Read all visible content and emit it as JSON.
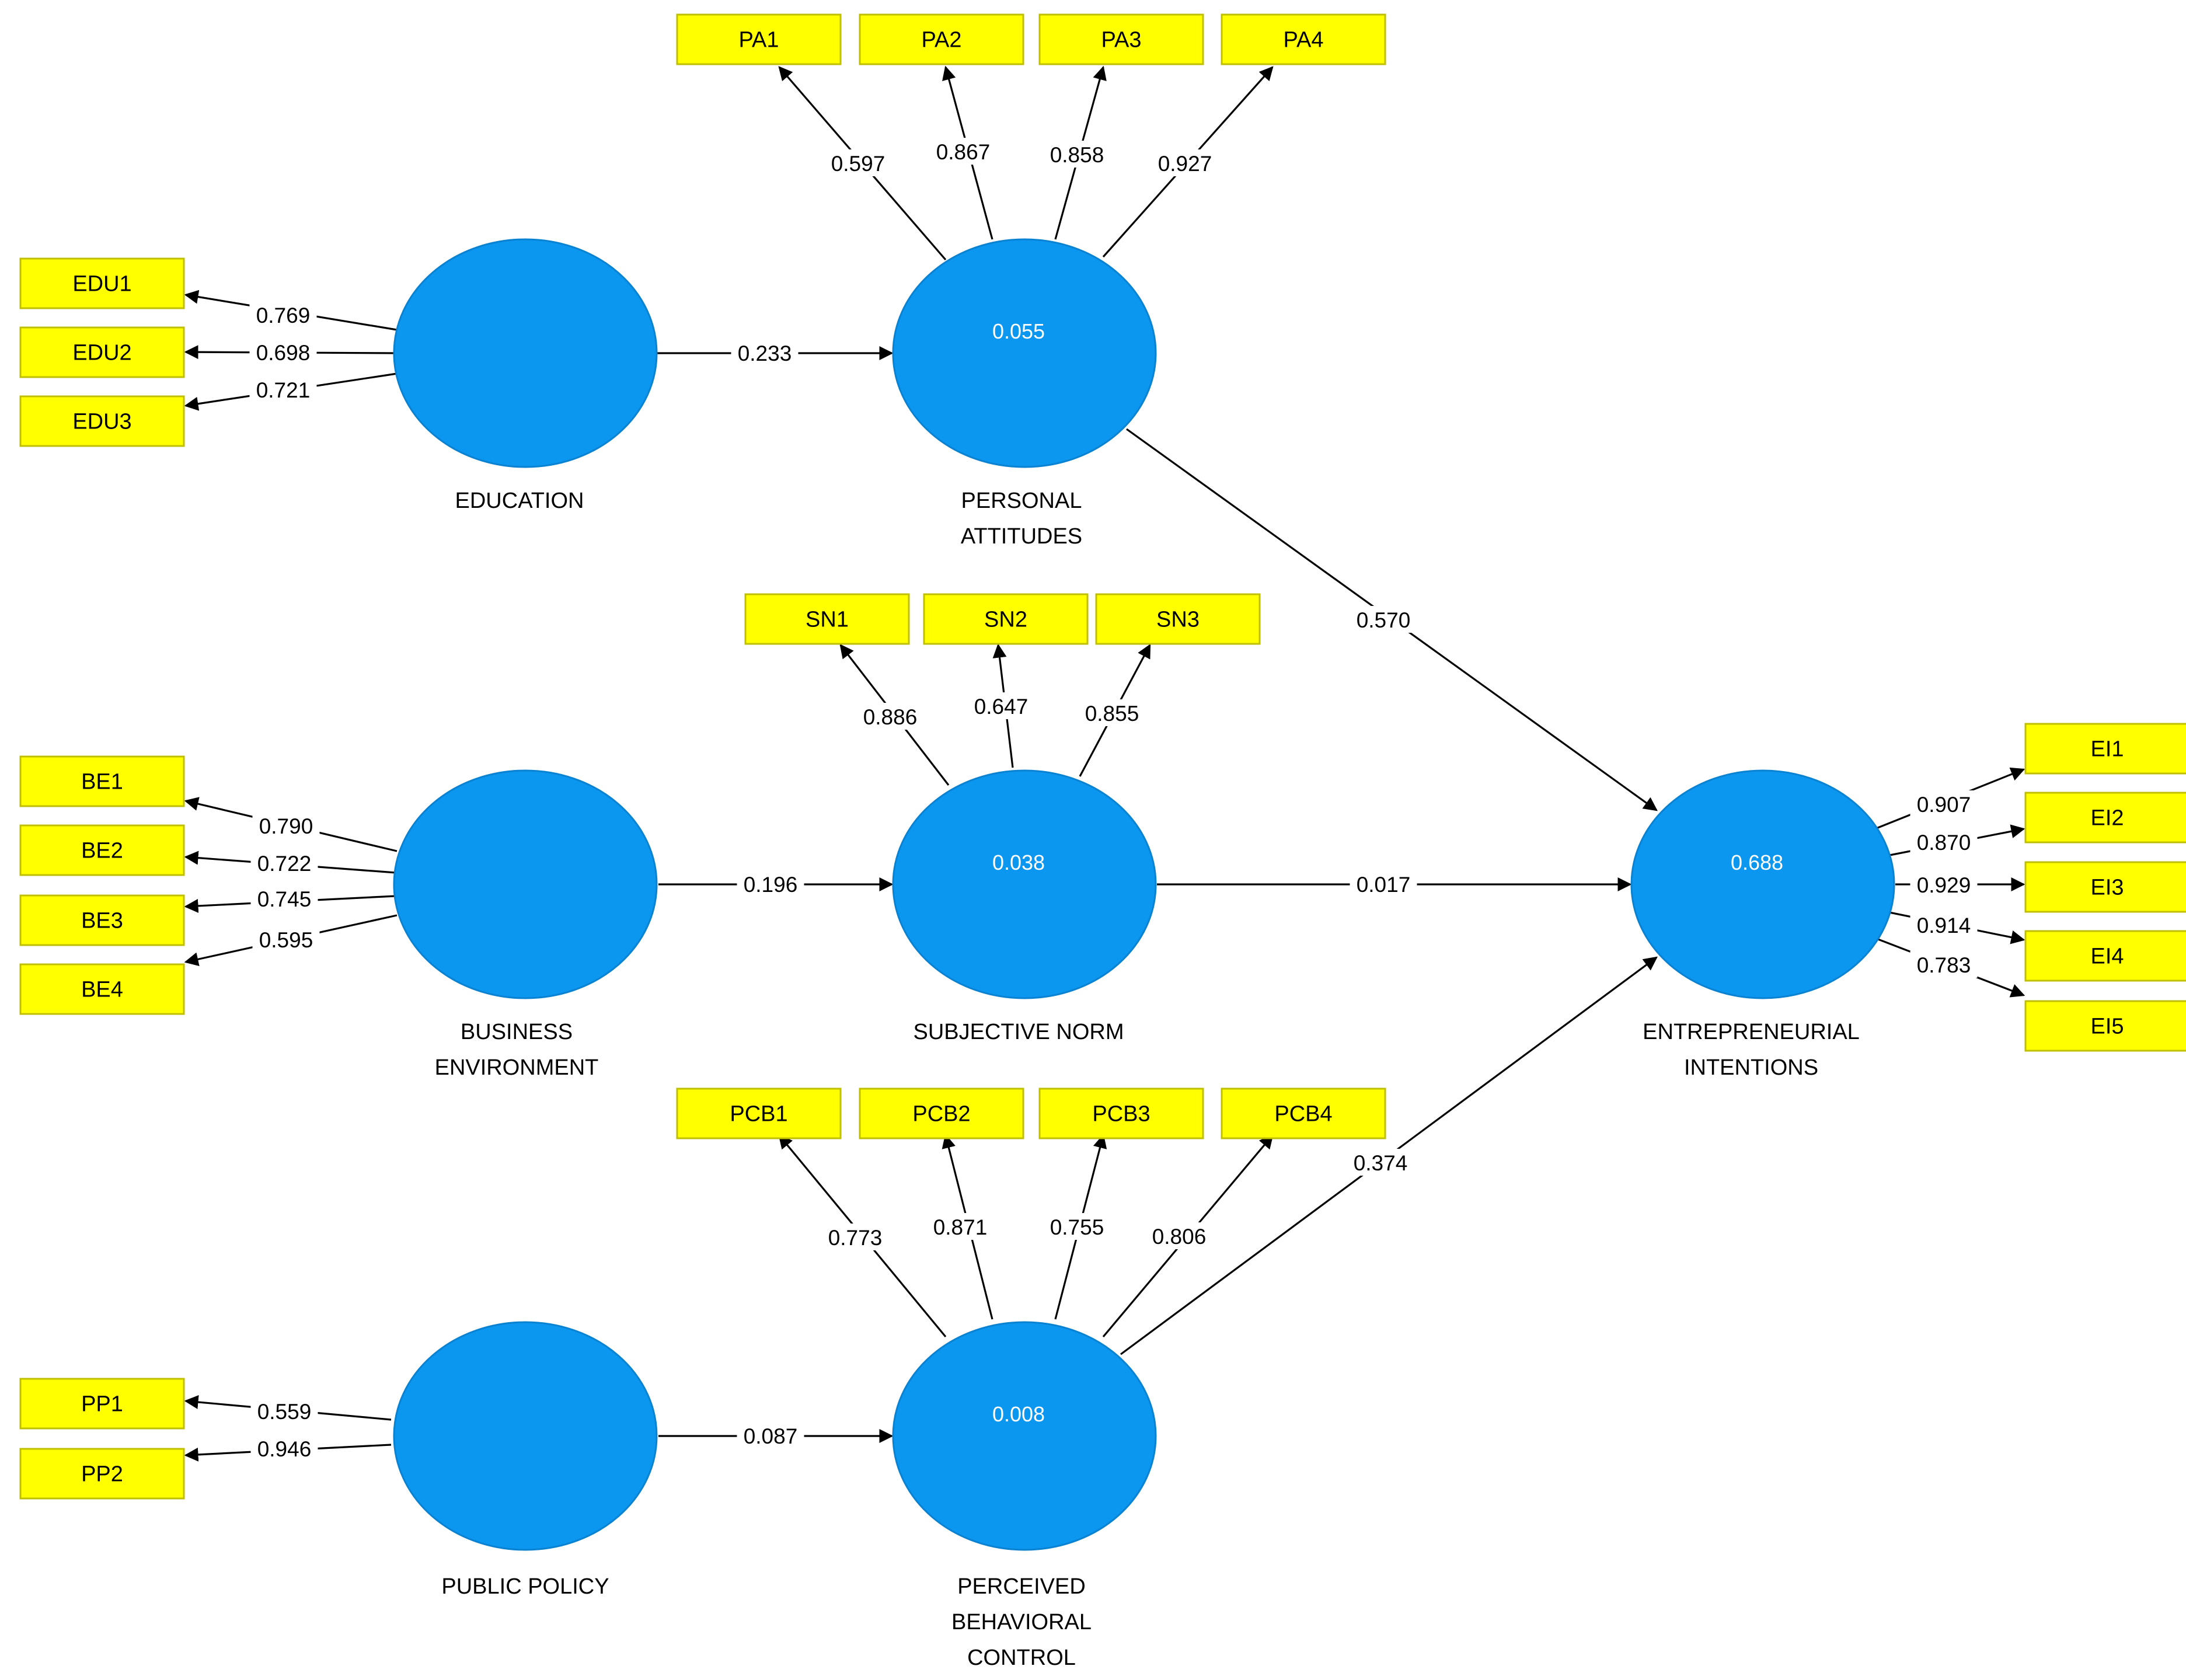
{
  "constructs": [
    {
      "id": "EDU",
      "label_lines": [
        "EDUCATION"
      ],
      "r2": ""
    },
    {
      "id": "PA",
      "label_lines": [
        "PERSONAL",
        "ATTITUDES"
      ],
      "r2": "0.055"
    },
    {
      "id": "BE",
      "label_lines": [
        "BUSINESS",
        "ENVIRONMENT"
      ],
      "r2": ""
    },
    {
      "id": "SN",
      "label_lines": [
        "SUBJECTIVE NORM"
      ],
      "r2": "0.038"
    },
    {
      "id": "PP",
      "label_lines": [
        "PUBLIC POLICY"
      ],
      "r2": ""
    },
    {
      "id": "PBC",
      "label_lines": [
        "PERCEIVED",
        "BEHAVIORAL",
        "CONTROL"
      ],
      "r2": "0.008"
    },
    {
      "id": "EI",
      "label_lines": [
        "ENTREPRENEURIAL",
        "INTENTIONS"
      ],
      "r2": "0.688"
    }
  ],
  "indicators": [
    {
      "id": "EDU1",
      "label": "EDU1",
      "construct": "EDU",
      "loading": "0.769"
    },
    {
      "id": "EDU2",
      "label": "EDU2",
      "construct": "EDU",
      "loading": "0.698"
    },
    {
      "id": "EDU3",
      "label": "EDU3",
      "construct": "EDU",
      "loading": "0.721"
    },
    {
      "id": "PA1",
      "label": "PA1",
      "construct": "PA",
      "loading": "0.597"
    },
    {
      "id": "PA2",
      "label": "PA2",
      "construct": "PA",
      "loading": "0.867"
    },
    {
      "id": "PA3",
      "label": "PA3",
      "construct": "PA",
      "loading": "0.858"
    },
    {
      "id": "PA4",
      "label": "PA4",
      "construct": "PA",
      "loading": "0.927"
    },
    {
      "id": "SN1",
      "label": "SN1",
      "construct": "SN",
      "loading": "0.886"
    },
    {
      "id": "SN2",
      "label": "SN2",
      "construct": "SN",
      "loading": "0.647"
    },
    {
      "id": "SN3",
      "label": "SN3",
      "construct": "SN",
      "loading": "0.855"
    },
    {
      "id": "BE1",
      "label": "BE1",
      "construct": "BE",
      "loading": "0.790"
    },
    {
      "id": "BE2",
      "label": "BE2",
      "construct": "BE",
      "loading": "0.722"
    },
    {
      "id": "BE3",
      "label": "BE3",
      "construct": "BE",
      "loading": "0.745"
    },
    {
      "id": "BE4",
      "label": "BE4",
      "construct": "BE",
      "loading": "0.595"
    },
    {
      "id": "PCB1",
      "label": "PCB1",
      "construct": "PBC",
      "loading": "0.773"
    },
    {
      "id": "PCB2",
      "label": "PCB2",
      "construct": "PBC",
      "loading": "0.871"
    },
    {
      "id": "PCB3",
      "label": "PCB3",
      "construct": "PBC",
      "loading": "0.755"
    },
    {
      "id": "PCB4",
      "label": "PCB4",
      "construct": "PBC",
      "loading": "0.806"
    },
    {
      "id": "PP1",
      "label": "PP1",
      "construct": "PP",
      "loading": "0.559"
    },
    {
      "id": "PP2",
      "label": "PP2",
      "construct": "PP",
      "loading": "0.946"
    },
    {
      "id": "EI1",
      "label": "EI1",
      "construct": "EI",
      "loading": "0.907"
    },
    {
      "id": "EI2",
      "label": "EI2",
      "construct": "EI",
      "loading": "0.870"
    },
    {
      "id": "EI3",
      "label": "EI3",
      "construct": "EI",
      "loading": "0.929"
    },
    {
      "id": "EI4",
      "label": "EI4",
      "construct": "EI",
      "loading": "0.914"
    },
    {
      "id": "EI5",
      "label": "EI5",
      "construct": "EI",
      "loading": "0.783"
    }
  ],
  "paths": [
    {
      "from": "EDU",
      "to": "PA",
      "coef": "0.233"
    },
    {
      "from": "BE",
      "to": "SN",
      "coef": "0.196"
    },
    {
      "from": "PP",
      "to": "PBC",
      "coef": "0.087"
    },
    {
      "from": "PA",
      "to": "EI",
      "coef": "0.570"
    },
    {
      "from": "SN",
      "to": "EI",
      "coef": "0.017"
    },
    {
      "from": "PBC",
      "to": "EI",
      "coef": "0.374"
    }
  ],
  "colors": {
    "construct_fill": "#0b96f0",
    "indicator_fill": "#ffff00",
    "line": "#000000"
  }
}
